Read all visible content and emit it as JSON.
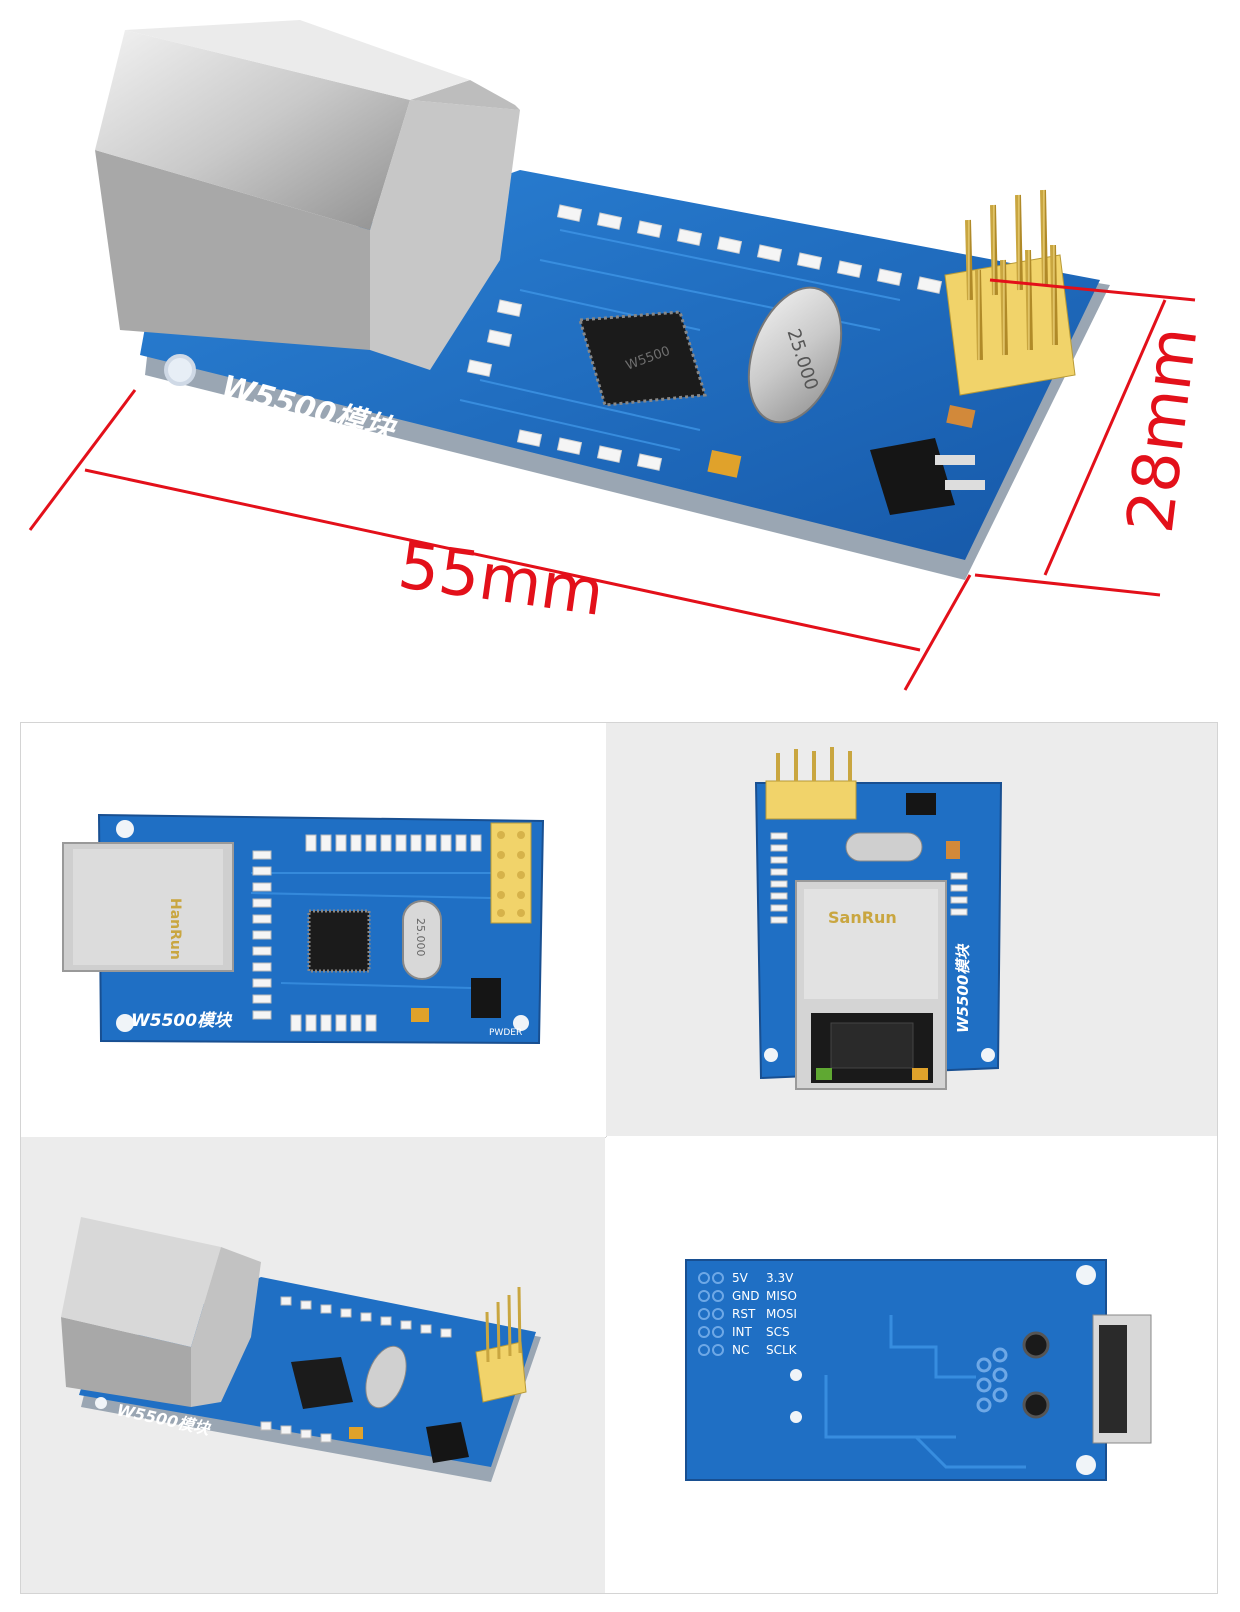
{
  "hero": {
    "board_text": "W5500模块",
    "chip_text": "W5500",
    "crystal_text": "25.000",
    "width_label": "55mm",
    "height_label": "28mm",
    "dimension_color": "#e3101a",
    "pcb_color": "#1f6fc4"
  },
  "views": {
    "top_board_text": "W5500模块",
    "top_crystal_text": "25.000",
    "power_text": "PWDER",
    "end_board_text": "W5500模块",
    "angle_board_text": "W5500模块",
    "back_pins": [
      {
        "left": "5V",
        "right": "3.3V"
      },
      {
        "left": "GND",
        "right": "MISO"
      },
      {
        "left": "RST",
        "right": "MOSI"
      },
      {
        "left": "INT",
        "right": "SCS"
      },
      {
        "left": "NC",
        "right": "SCLK"
      }
    ]
  }
}
